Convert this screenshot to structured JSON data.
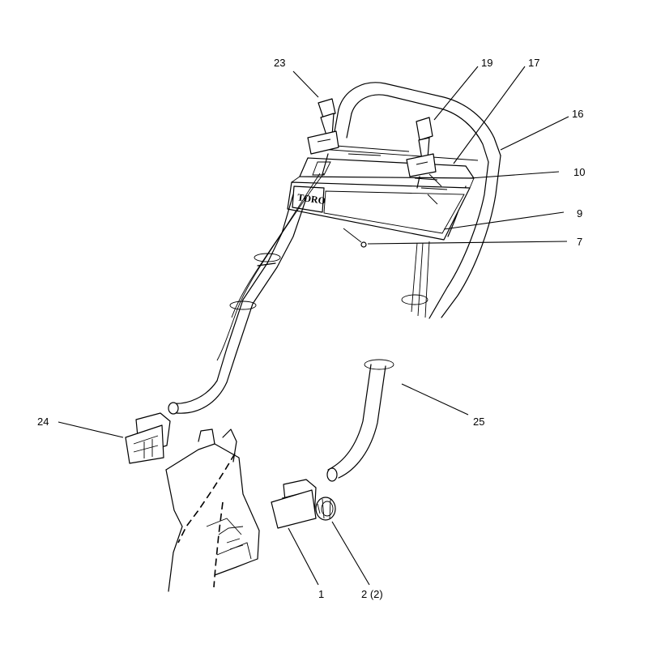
{
  "parts": [
    {
      "id": "lbl-23",
      "text": "23"
    },
    {
      "id": "lbl-19",
      "text": "19"
    },
    {
      "id": "lbl-17",
      "text": "17"
    },
    {
      "id": "lbl-16",
      "text": "16"
    },
    {
      "id": "lbl-10",
      "text": "10"
    },
    {
      "id": "lbl-9",
      "text": "9"
    },
    {
      "id": "lbl-7",
      "text": "7"
    },
    {
      "id": "lbl-24",
      "text": "24"
    },
    {
      "id": "lbl-25",
      "text": "25"
    },
    {
      "id": "lbl-1",
      "text": "1"
    },
    {
      "id": "lbl-2",
      "text": "2 (2)"
    }
  ],
  "logo": "TORO"
}
